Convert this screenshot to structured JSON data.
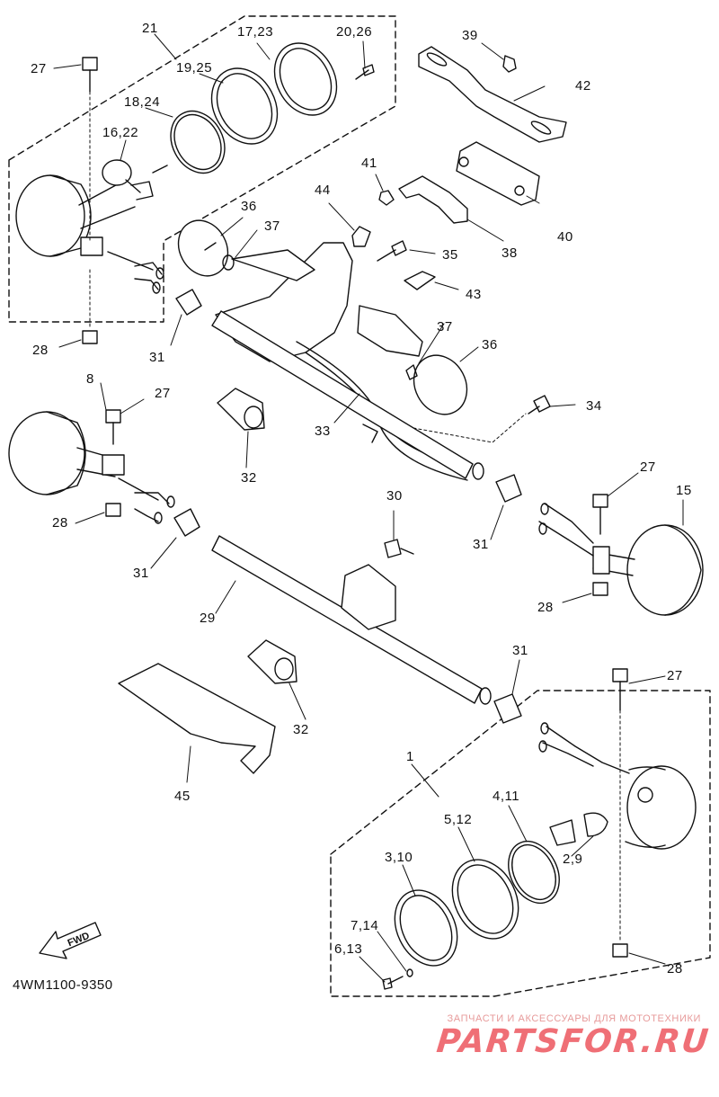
{
  "diagram": {
    "part_code": "4WM1100-9350",
    "fwd_label": "FWD",
    "watermark": {
      "tagline": "ЗАПЧАСТИ И АКСЕССУАРЫ ДЛЯ МОТОТЕХНИКИ",
      "logo": "PARTSFOR.RU"
    },
    "labels": {
      "l1": "1",
      "l2_9": "2,9",
      "l3_10": "3,10",
      "l4_11": "4,11",
      "l5_12": "5,12",
      "l6_13": "6,13",
      "l7_14": "7,14",
      "l8": "8",
      "l15": "15",
      "l16_22": "16,22",
      "l17_23": "17,23",
      "l18_24": "18,24",
      "l19_25": "19,25",
      "l20_26": "20,26",
      "l21": "21",
      "l27a": "27",
      "l27b": "27",
      "l27c": "27",
      "l27d": "27",
      "l28a": "28",
      "l28b": "28",
      "l28c": "28",
      "l28d": "28",
      "l29": "29",
      "l30": "30",
      "l31a": "31",
      "l31b": "31",
      "l31c": "31",
      "l31d": "31",
      "l32a": "32",
      "l32b": "32",
      "l33": "33",
      "l34": "34",
      "l35": "35",
      "l36a": "36",
      "l36b": "36",
      "l37a": "37",
      "l37b": "37",
      "l38": "38",
      "l39": "39",
      "l40": "40",
      "l41": "41",
      "l42": "42",
      "l43": "43",
      "l44": "44",
      "l45": "45"
    }
  }
}
